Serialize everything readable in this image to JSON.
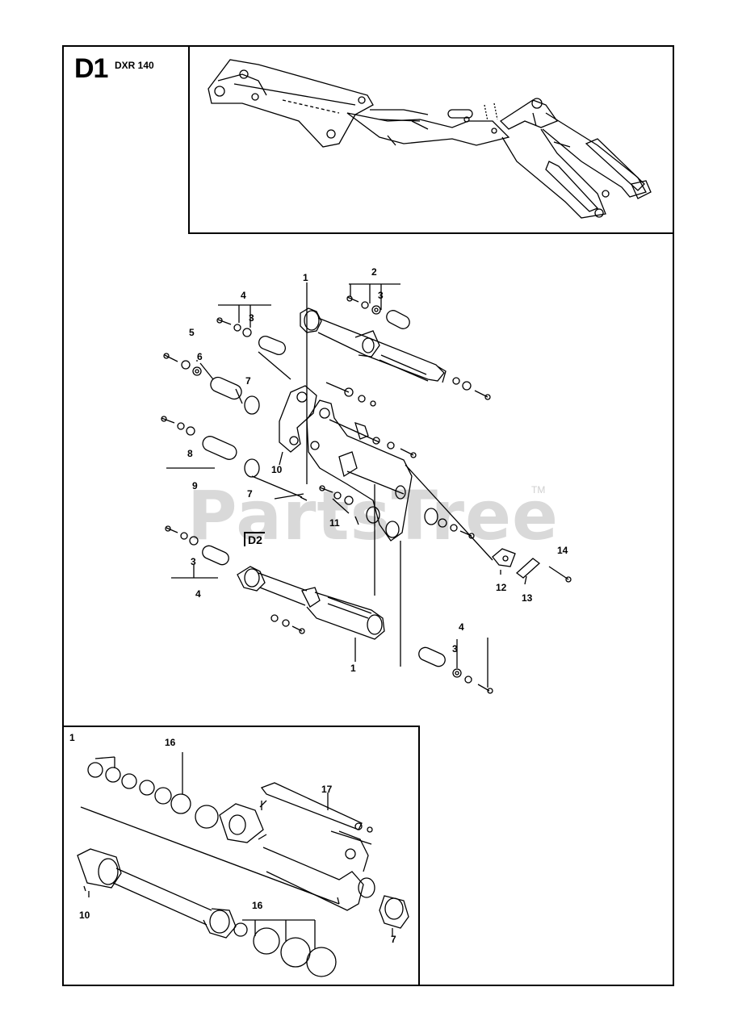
{
  "header": {
    "section_code": "D1",
    "model": "DXR 140"
  },
  "reference_tag": "D2",
  "watermark": {
    "text": "PartsTree",
    "mark": "TM"
  },
  "callouts_main": [
    {
      "id": "c1a",
      "text": "1"
    },
    {
      "id": "c2",
      "text": "2"
    },
    {
      "id": "c3a",
      "text": "3"
    },
    {
      "id": "c4a",
      "text": "4"
    },
    {
      "id": "c3b",
      "text": "3"
    },
    {
      "id": "c5",
      "text": "5"
    },
    {
      "id": "c6",
      "text": "6"
    },
    {
      "id": "c7a",
      "text": "7"
    },
    {
      "id": "c8",
      "text": "8"
    },
    {
      "id": "c9",
      "text": "9"
    },
    {
      "id": "c10",
      "text": "10"
    },
    {
      "id": "c7b",
      "text": "7"
    },
    {
      "id": "c11",
      "text": "11"
    },
    {
      "id": "c14",
      "text": "14"
    },
    {
      "id": "c12",
      "text": "12"
    },
    {
      "id": "c13",
      "text": "13"
    },
    {
      "id": "c3c",
      "text": "3"
    },
    {
      "id": "c4b",
      "text": "4"
    },
    {
      "id": "c1b",
      "text": "1"
    },
    {
      "id": "c4c",
      "text": "4"
    },
    {
      "id": "c3d",
      "text": "3"
    }
  ],
  "callouts_inset": [
    {
      "id": "i1",
      "text": "1"
    },
    {
      "id": "i16a",
      "text": "16"
    },
    {
      "id": "i17",
      "text": "17"
    },
    {
      "id": "i10",
      "text": "10"
    },
    {
      "id": "i16b",
      "text": "16"
    },
    {
      "id": "i7",
      "text": "7"
    }
  ]
}
